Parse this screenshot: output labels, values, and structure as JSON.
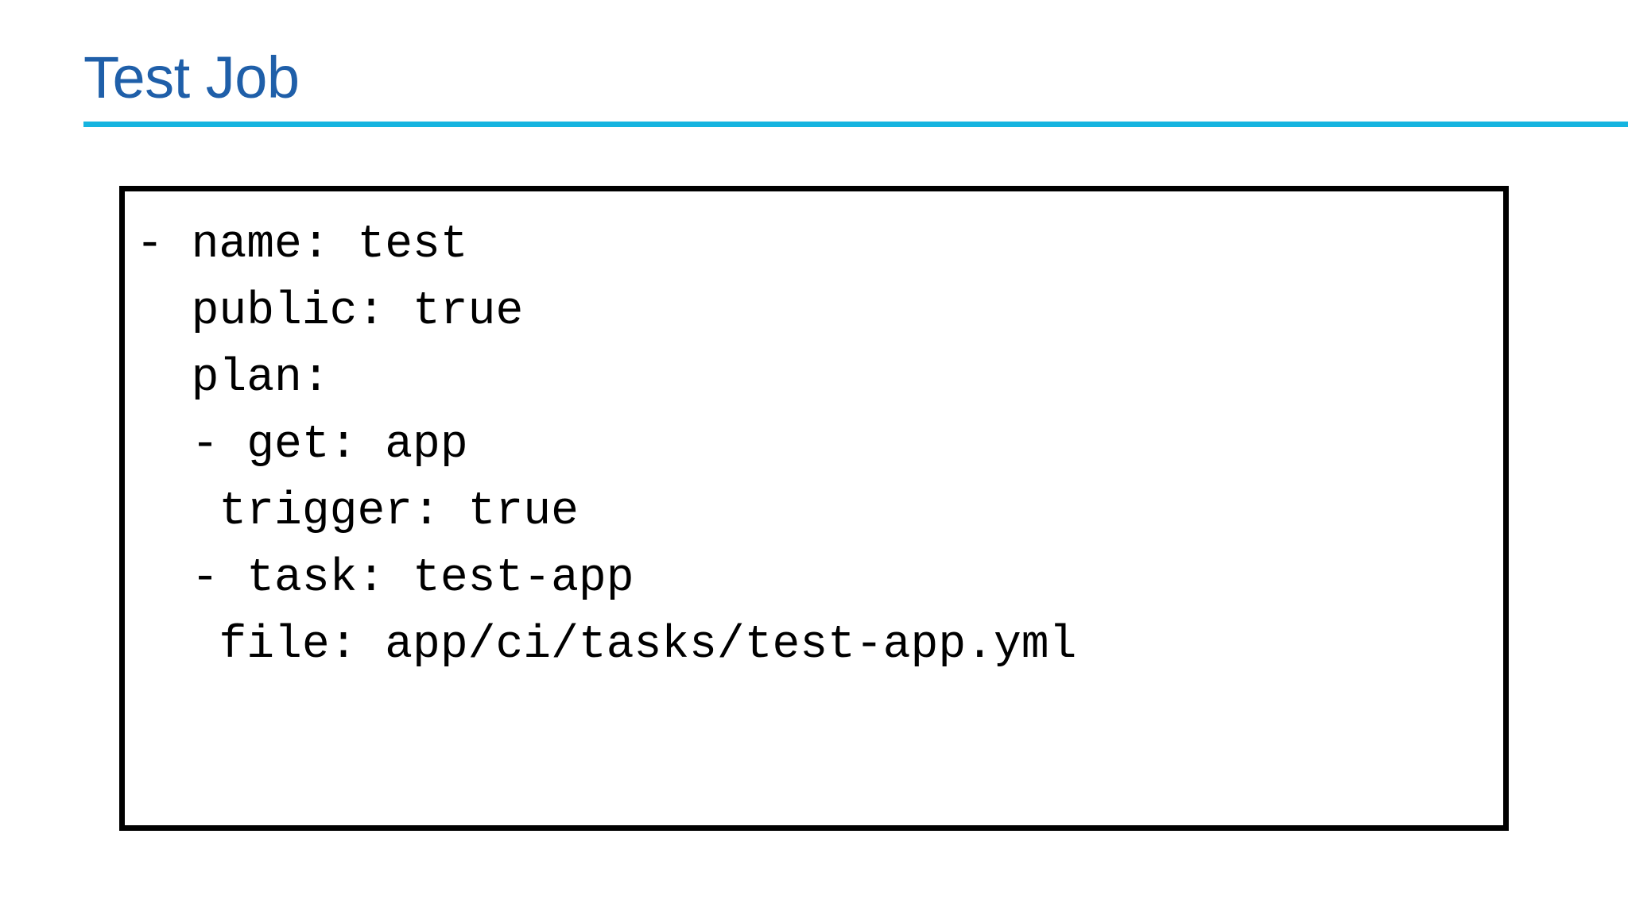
{
  "slide": {
    "title": "Test Job",
    "accent_title_color": "#1F5FA9",
    "accent_rule_color": "#16B4E0",
    "background_color": "#FFFFFF"
  },
  "code_box": {
    "border_color": "#000000",
    "text_color": "#000000",
    "language": "yaml",
    "lines": [
      "- name: test",
      "  public: true",
      "  plan:",
      "  - get: app",
      "   trigger: true",
      "  - task: test-app",
      "   file: app/ci/tasks/test-app.yml"
    ],
    "full_text": "- name: test\n  public: true\n  plan:\n  - get: app\n   trigger: true\n  - task: test-app\n   file: app/ci/tasks/test-app.yml"
  }
}
